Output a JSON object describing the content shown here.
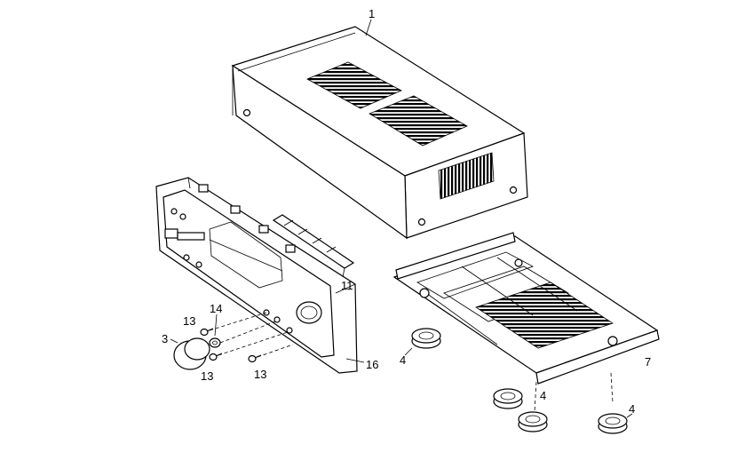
{
  "parts": [
    {
      "id": "top-cover",
      "callout": "1"
    },
    {
      "id": "knob",
      "callout": "3"
    },
    {
      "id": "foot-left",
      "callout": "4"
    },
    {
      "id": "foot-front",
      "callout": "4"
    },
    {
      "id": "foot-right",
      "callout": "4"
    },
    {
      "id": "button-strip",
      "callout": "11"
    },
    {
      "id": "screw-upper",
      "callout": "13"
    },
    {
      "id": "screw-lower",
      "callout": "13"
    },
    {
      "id": "screw-right",
      "callout": "13"
    },
    {
      "id": "washer",
      "callout": "14"
    },
    {
      "id": "front-panel",
      "callout": "16"
    },
    {
      "id": "chassis",
      "callout": "7"
    }
  ]
}
